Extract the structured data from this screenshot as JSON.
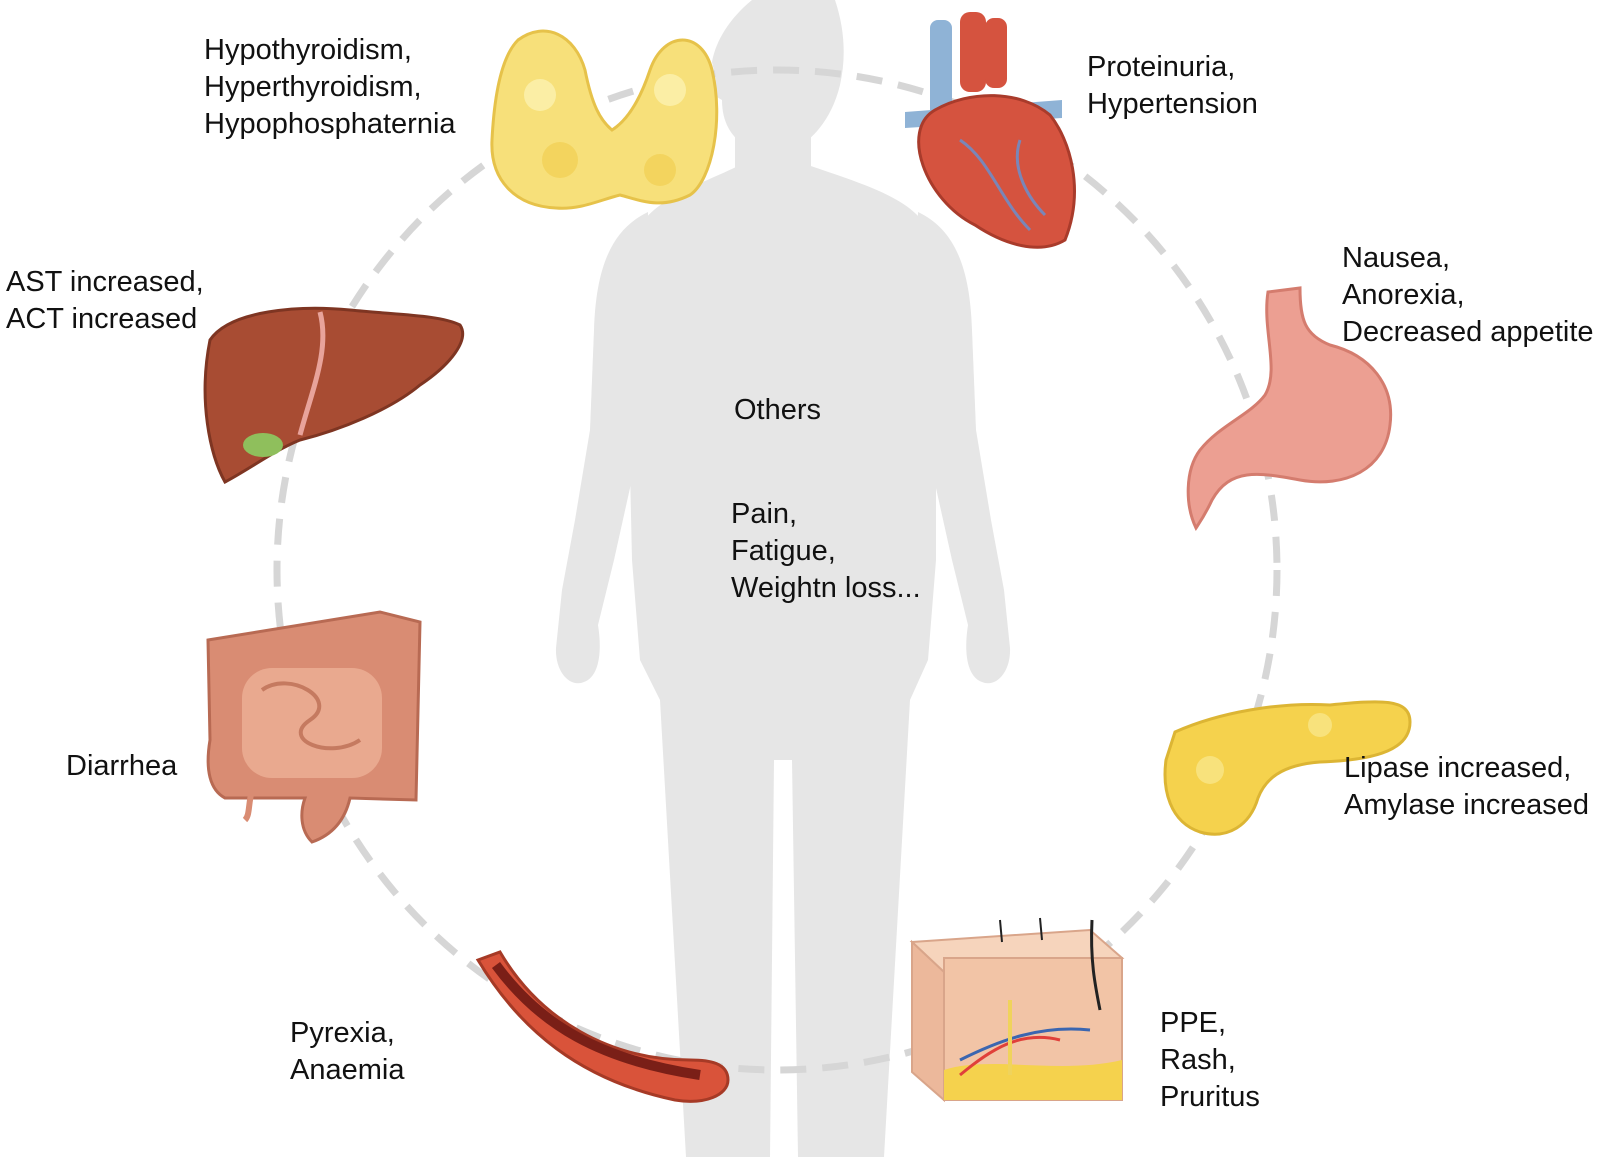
{
  "colors": {
    "background": "#ffffff",
    "body_silhouette": "#e6e6e6",
    "ring_dash": "#d6d6d6",
    "thyroid": "#f7e07a",
    "heart": "#d5533f",
    "heart_vessels": "#8fb3d6",
    "stomach": "#ec9f92",
    "liver": "#a84c33",
    "gallbladder": "#8fbf5c",
    "intestine": "#d98c73",
    "pancreas": "#f5d24d",
    "artery": "#d9533a",
    "skin": "#f2c4a6"
  },
  "center": {
    "title": "Others",
    "lines": [
      "Pain,",
      "Fatigue,",
      "Weightn loss..."
    ]
  },
  "organs": [
    {
      "id": "thyroid",
      "icon": "thyroid-icon",
      "lines": [
        "Hypothyroidism,",
        "Hyperthyroidism,",
        "Hypophosphaternia"
      ]
    },
    {
      "id": "heart",
      "icon": "heart-icon",
      "lines": [
        "Proteinuria,",
        "Hypertension"
      ]
    },
    {
      "id": "liver",
      "icon": "liver-icon",
      "lines": [
        "AST increased,",
        "ACT increased"
      ]
    },
    {
      "id": "stomach",
      "icon": "stomach-icon",
      "lines": [
        "Nausea,",
        "Anorexia,",
        "Decreased appetite"
      ]
    },
    {
      "id": "intestine",
      "icon": "intestine-icon",
      "lines": [
        "Diarrhea"
      ]
    },
    {
      "id": "pancreas",
      "icon": "pancreas-icon",
      "lines": [
        "Lipase increased,",
        "Amylase increased"
      ]
    },
    {
      "id": "artery",
      "icon": "artery-icon",
      "lines": [
        "Pyrexia,",
        "Anaemia"
      ]
    },
    {
      "id": "skin",
      "icon": "skin-icon",
      "lines": [
        "PPE,",
        "Rash,",
        "Pruritus"
      ]
    }
  ]
}
